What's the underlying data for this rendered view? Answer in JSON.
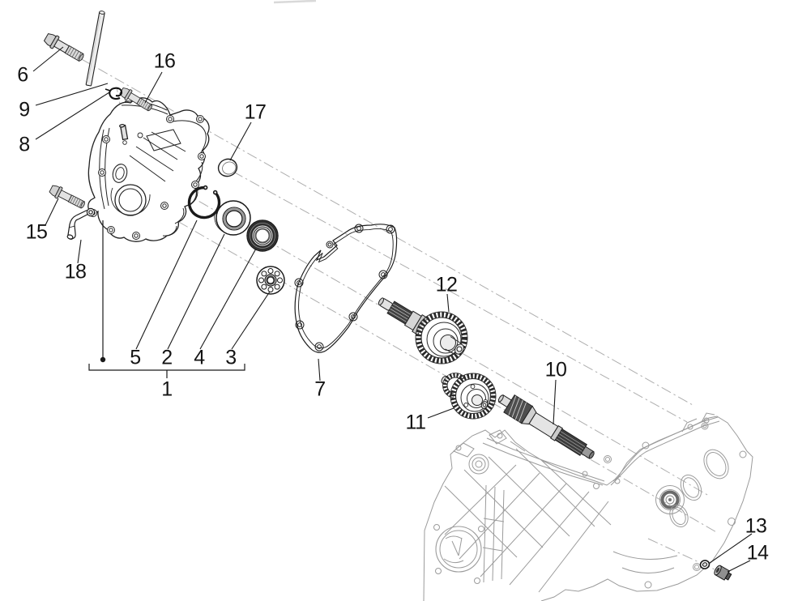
{
  "diagram": {
    "kind": "exploded-parts-diagram",
    "subject": "engine transmission cover and reduction gear assembly",
    "callouts": {
      "c1": "1",
      "c2": "2",
      "c3": "3",
      "c4": "4",
      "c5": "5",
      "c6": "6",
      "c7": "7",
      "c8": "8",
      "c9": "9",
      "c10": "10",
      "c11": "11",
      "c12": "12",
      "c13": "13",
      "c14": "14",
      "c15": "15",
      "c16": "16",
      "c17": "17",
      "c18": "18"
    },
    "colors": {
      "background": "#ffffff",
      "part_line": "#1d1d1d",
      "case_line": "#9b9b9b",
      "centerline": "#aeaeae",
      "dark_metal": "#3d3d3d",
      "light_metal": "#e0e0e0"
    }
  }
}
